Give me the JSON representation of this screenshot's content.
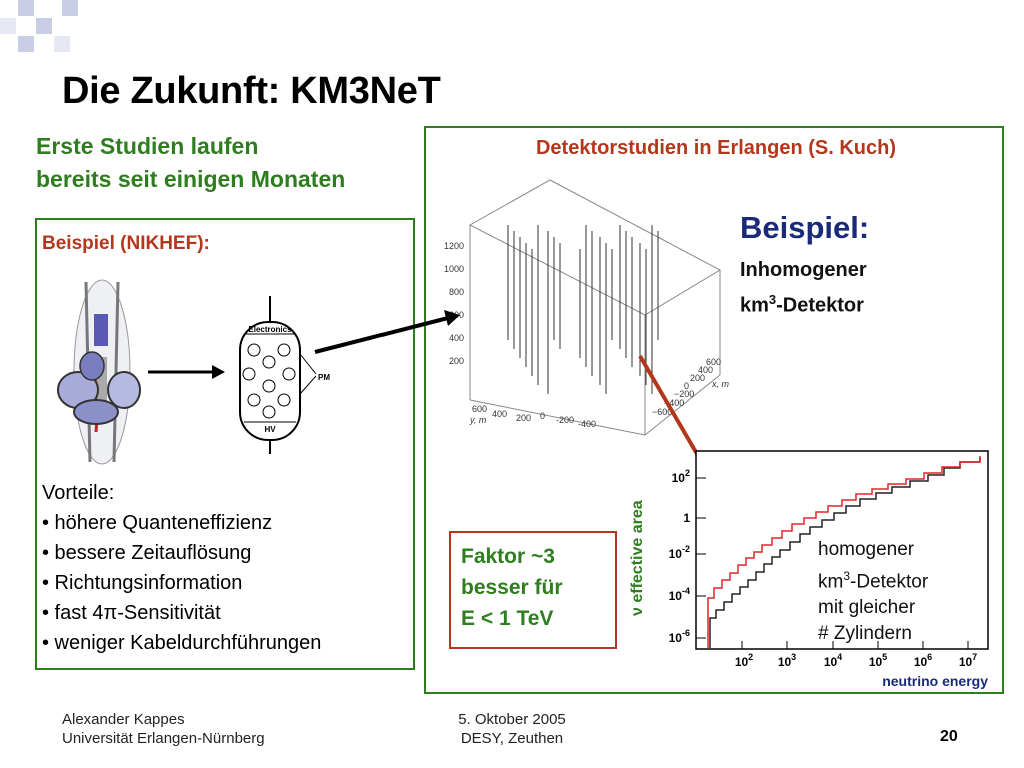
{
  "slide": {
    "title": "Die Zukunft: KM3NeT",
    "intro": [
      "Erste Studien laufen",
      "bereits seit einigen Monaten"
    ],
    "nikhef": {
      "label": "Beispiel (NIKHEF):",
      "module_labels": {
        "electronics": "Electronics",
        "pm": "PM",
        "hv": "HV"
      },
      "advantages_title": "Vorteile:",
      "advantages": [
        "• höhere Quanteneffizienz",
        "• bessere Zeitauflösung",
        "• Richtungsinformation",
        "• fast 4π-Sensitivität",
        "• weniger Kabeldurchführungen"
      ]
    },
    "detector": {
      "title": "Detektorstudien in Erlangen (S. Kuch)",
      "example_heading": "Beispiel:",
      "example_line1": "Inhomogener",
      "example_line2_pre": "km",
      "example_line2_sup": "3",
      "example_line2_post": "-Detektor",
      "plot3d": {
        "z_ticks": [
          "1200",
          "1000",
          "800",
          "600",
          "400",
          "200"
        ],
        "y_ticks": [
          "600",
          "400",
          "200",
          "0",
          "-200",
          "-400"
        ],
        "x_ticks": [
          "−600",
          "−400",
          "−200",
          "0",
          "200",
          "400",
          "600"
        ],
        "x_label": "x, m",
        "y_label": "y, m"
      },
      "faktor": [
        "Faktor ~3",
        "besser für",
        "E < 1 TeV"
      ],
      "effplot": {
        "y_axis_label": "ν effective area",
        "y_ticks": [
          {
            "base": "10",
            "exp": "2"
          },
          {
            "base": "1",
            "exp": ""
          },
          {
            "base": "10",
            "exp": "-2"
          },
          {
            "base": "10",
            "exp": "-4"
          },
          {
            "base": "10",
            "exp": "-6"
          }
        ],
        "x_ticks": [
          {
            "base": "10",
            "exp": "2"
          },
          {
            "base": "10",
            "exp": "3"
          },
          {
            "base": "10",
            "exp": "4"
          },
          {
            "base": "10",
            "exp": "5"
          },
          {
            "base": "10",
            "exp": "6"
          },
          {
            "base": "10",
            "exp": "7"
          }
        ],
        "x_axis_label": "neutrino energy",
        "legend_line1": "homogener",
        "legend_line2_pre": "km",
        "legend_line2_sup": "3",
        "legend_line2_post": "-Detektor",
        "legend_line3": "mit gleicher",
        "legend_line4": "# Zylindern",
        "series_colors": {
          "inhomogeneous": "#e0262b",
          "homogeneous": "#222222"
        }
      }
    },
    "footer": {
      "author": "Alexander Kappes",
      "institution": "Universität Erlangen-Nürnberg",
      "date": "5. Oktober 2005",
      "venue": "DESY, Zeuthen",
      "page": "20"
    },
    "colors": {
      "green": "#2e7d1e",
      "orange": "#b4371c",
      "navy": "#1a2a7a",
      "squares": "#c9cde6"
    }
  }
}
